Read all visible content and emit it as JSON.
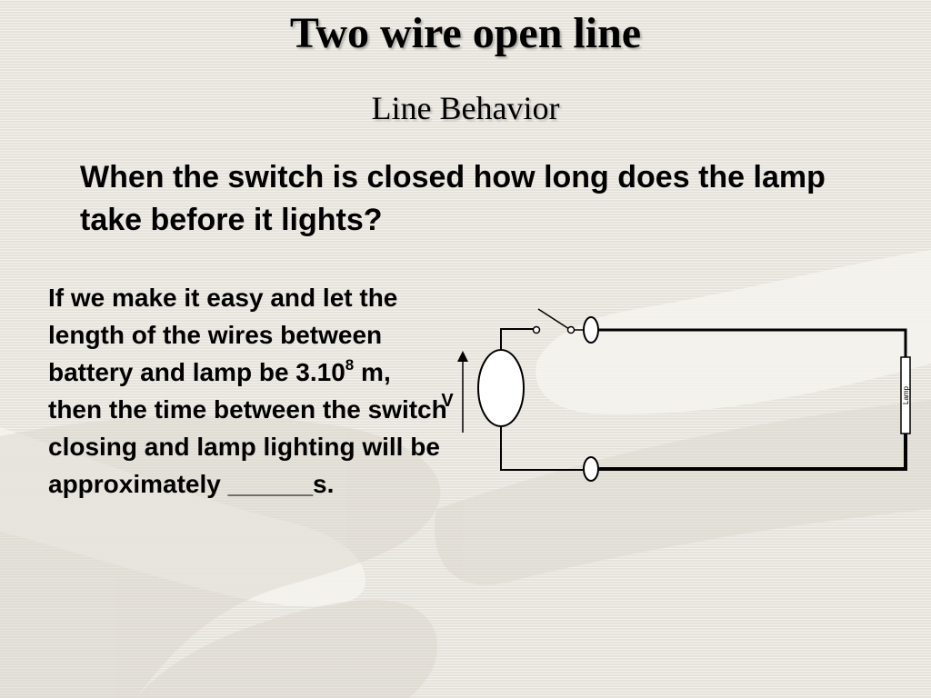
{
  "slide": {
    "title": "Two wire open line",
    "subtitle": "Line Behavior",
    "question": "When the switch is closed how long does the lamp take before it lights?",
    "explain": {
      "before_exp": "If we make it easy and let the length of the wires between battery and lamp be 3.10",
      "exponent": "8",
      "after_exp": " m, then the time between the switch closing and lamp lighting will be approximately ______s."
    }
  },
  "circuit": {
    "voltage_label": "V",
    "lamp_label": "Lamp"
  }
}
